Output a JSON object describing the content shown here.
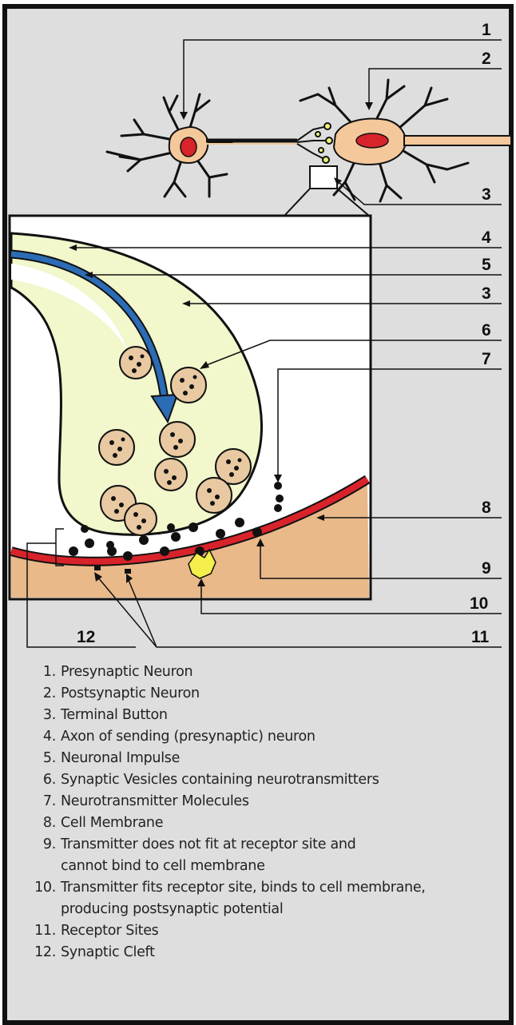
{
  "callouts": [
    "1",
    "2",
    "3",
    "4",
    "5",
    "3",
    "6",
    "7",
    "8",
    "9",
    "10",
    "11",
    "12"
  ],
  "legend": [
    {
      "num": "1.",
      "text": "Presynaptic Neuron"
    },
    {
      "num": "2.",
      "text": "Postsynaptic Neuron"
    },
    {
      "num": "3.",
      "text": "Terminal Button"
    },
    {
      "num": "4.",
      "text": "Axon of sending (presynaptic) neuron"
    },
    {
      "num": "5.",
      "text": "Neuronal Impulse"
    },
    {
      "num": "6.",
      "text": "Synaptic Vesicles containing neurotransmitters"
    },
    {
      "num": "7.",
      "text": "Neurotransmitter Molecules"
    },
    {
      "num": "8.",
      "text": "Cell Membrane"
    },
    {
      "num": "9.",
      "text": "Transmitter does not fit at receptor site and",
      "text2": "cannot bind to cell membrane"
    },
    {
      "num": "10.",
      "text": "Transmitter fits receptor site, binds to cell membrane,",
      "text2": "producing postsynaptic potential"
    },
    {
      "num": "11.",
      "text": "Receptor Sites"
    },
    {
      "num": "12.",
      "text": "Synaptic Cleft"
    }
  ],
  "colors": {
    "background": "#dedede",
    "border": "#111111",
    "neuron_body": "#f4c89a",
    "nucleus": "#d8232a",
    "terminal_fill": "#f2f7cc",
    "impulse_arrow": "#2b6cb5",
    "membrane": "#d8232a",
    "postsynaptic": "#e9b98a",
    "vesicle": "#e8c9a2",
    "receptor_active": "#f4ef4a"
  }
}
